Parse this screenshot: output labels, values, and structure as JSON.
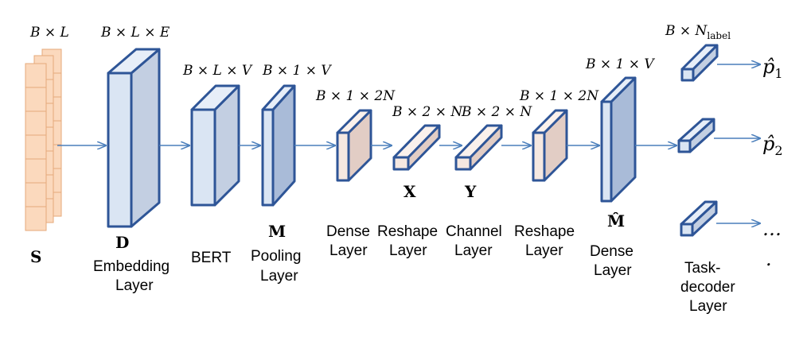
{
  "input": {
    "dim": "B × L",
    "symbol": "S"
  },
  "embedding": {
    "dim": "B × L × E",
    "symbol": "D",
    "label1": "Embedding",
    "label2": "Layer"
  },
  "bert": {
    "dim": "B × L × V",
    "label1": "BERT"
  },
  "pooling": {
    "dim": "B × 1 × V",
    "symbol": "M",
    "label1": "Pooling",
    "label2": "Layer"
  },
  "dense1": {
    "dim": "B × 1 × 2N",
    "label1": "Dense",
    "label2": "Layer"
  },
  "reshape1": {
    "dim": "B × 2 × N",
    "symbol": "X",
    "label1": "Reshape",
    "label2": "Layer"
  },
  "channel": {
    "dim": "B × 2 × N",
    "symbol": "Y",
    "label1": "Channel",
    "label2": "Layer"
  },
  "reshape2": {
    "dim": "B × 1 × 2N",
    "label1": "Reshape",
    "label2": "Layer"
  },
  "dense2": {
    "dim": "B × 1 × V",
    "symbol": "M̂",
    "label1": "Dense",
    "label2": "Layer"
  },
  "task_decoder": {
    "dim_main": "B × N",
    "dim_sub": "label",
    "label1": "Task-",
    "label2": "decoder",
    "label3": "Layer"
  },
  "outputs": {
    "p1_base": "p̂",
    "p1_sub": "1",
    "p2_base": "p̂",
    "p2_sub": "2",
    "ellipsis": "…",
    "dot": "."
  },
  "colors": {
    "arrow": "#4a7ebb",
    "outline": "#2e5597",
    "blue_front": "#dae5f3",
    "blue_side": "#c3cfe2",
    "blue_dark_side": "#a9bbd8",
    "peach_front": "#f5e8e1",
    "peach_side": "#e2cdc5",
    "grid_fill": "#fbd9bd",
    "grid_line": "#e6a97a"
  }
}
